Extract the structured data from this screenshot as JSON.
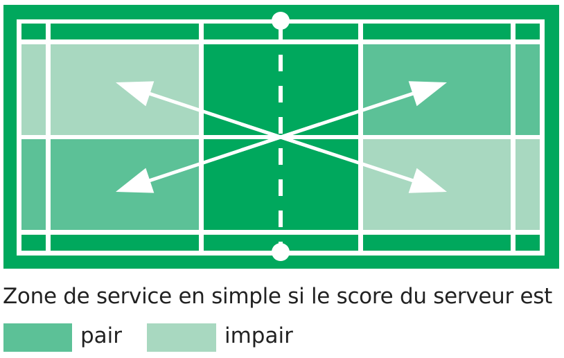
{
  "colors": {
    "court": "#00a85d",
    "lines": "#ffffff",
    "pair": "#5cc197",
    "impair": "#a8d8c0"
  },
  "caption": "Zone de service en simple si le score du serveur est",
  "legend": [
    {
      "label": "pair",
      "color": "#5cc197"
    },
    {
      "label": "impair",
      "color": "#a8d8c0"
    }
  ]
}
